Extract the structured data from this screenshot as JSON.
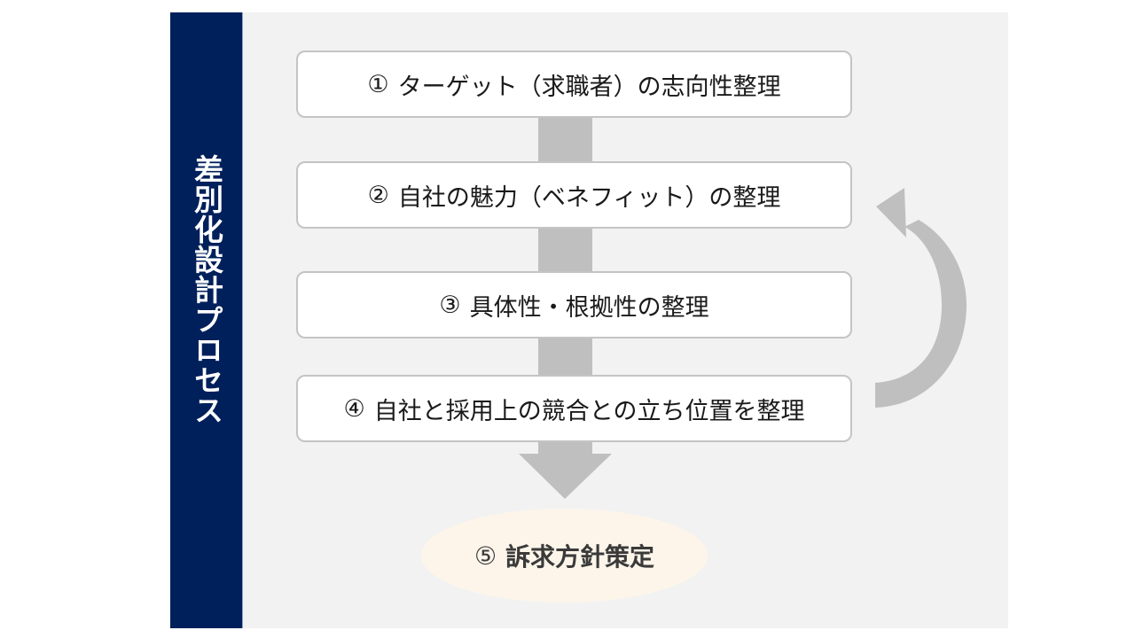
{
  "diagram": {
    "side_title": "差別化設計プロセス",
    "steps": [
      {
        "number": "①",
        "label": "ターゲット（求職者）の志向性整理"
      },
      {
        "number": "②",
        "label": "自社の魅力（ベネフィット）の整理"
      },
      {
        "number": "③",
        "label": "具体性・根拠性の整理"
      },
      {
        "number": "④",
        "label": "自社と採用上の競合との立ち位置を整理"
      }
    ],
    "goal": {
      "number": "⑤",
      "label": "訴求方針策定"
    },
    "icons": {
      "down_arrow": "arrow-down-icon",
      "loop_arrow": "loop-back-arrow-icon"
    },
    "colors": {
      "side_bar": "#00205b",
      "panel_bg": "#f2f2f2",
      "box_bg": "#ffffff",
      "box_border": "#c4c4c4",
      "arrow": "#bfbfbf",
      "goal_bg": "#fdf5ea",
      "text": "#1a1a1a",
      "side_text": "#ffffff"
    }
  }
}
